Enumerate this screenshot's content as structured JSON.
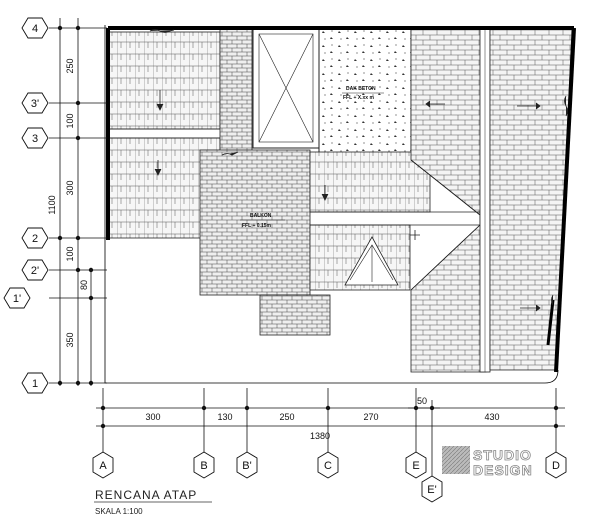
{
  "drawing": {
    "title": "RENCANA ATAP",
    "scale": "SKALA 1:100",
    "logo_line1": "STUDIO",
    "logo_line2": "DESIGN"
  },
  "rooms": {
    "dak_label": "DAK BETON",
    "dak_ffl": "FFL + X.xx m",
    "balkon_label": "BALKON",
    "balkon_ffl": "FFL + 0.15m"
  },
  "grid_rows": [
    "4",
    "3'",
    "3",
    "2",
    "2'",
    "1'",
    "1"
  ],
  "grid_cols": [
    "A",
    "B",
    "B'",
    "C",
    "E",
    "E'",
    "D"
  ],
  "left_dims": [
    "250",
    "100",
    "300",
    "1100",
    "100",
    "80",
    "350"
  ],
  "bottom_dims": [
    "300",
    "130",
    "250",
    "270",
    "50",
    "430",
    "1380"
  ]
}
